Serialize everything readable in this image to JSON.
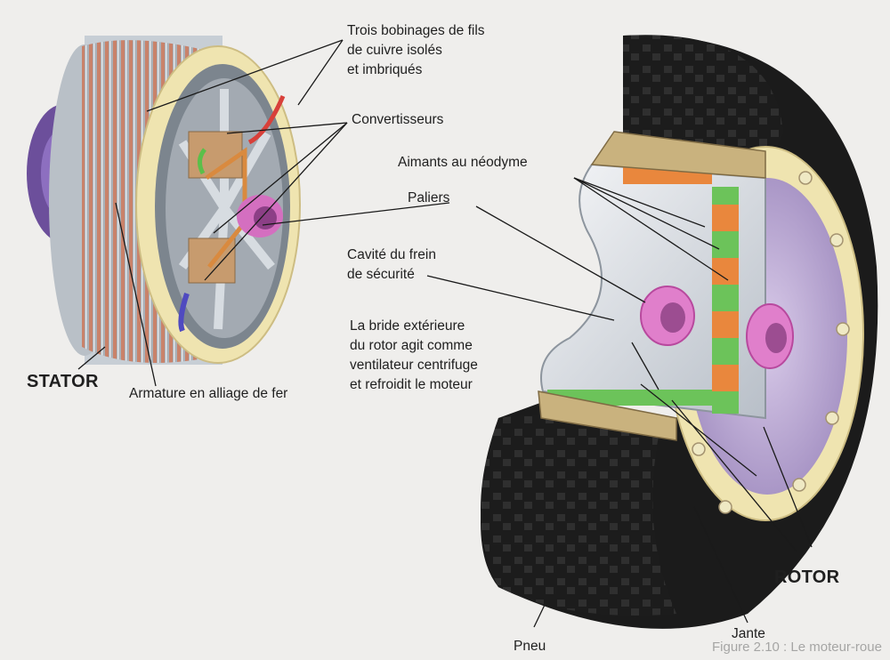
{
  "labels": {
    "bobinages": "Trois bobinages de fils\nde cuivre isolés\net imbriqués",
    "convertisseurs": "Convertisseurs",
    "aimants": "Aimants au néodyme",
    "paliers": "Paliers",
    "cavite": "Cavité du frein\nde sécurité",
    "bride": "La bride extérieure\ndu rotor agit comme\nventilateur centrifuge\net refroidit le moteur",
    "stator": "STATOR",
    "armature": "Armature en alliage de fer",
    "rotor": "ROTOR",
    "jante": "Jante",
    "pneu": "Pneu"
  },
  "caption_fragment": "Figure 2.10 : Le moteur-roue",
  "colors": {
    "copper": "#c9826a",
    "steel": "#9aa3ad",
    "ring": "#efe4b0",
    "purple": "#7b5ca8",
    "tire": "#1c1c1c",
    "magnet_orange": "#e9873d",
    "magnet_green": "#6cc35a",
    "bearing_pink": "#d957b3",
    "rim_lilac": "#c8b6dd"
  }
}
